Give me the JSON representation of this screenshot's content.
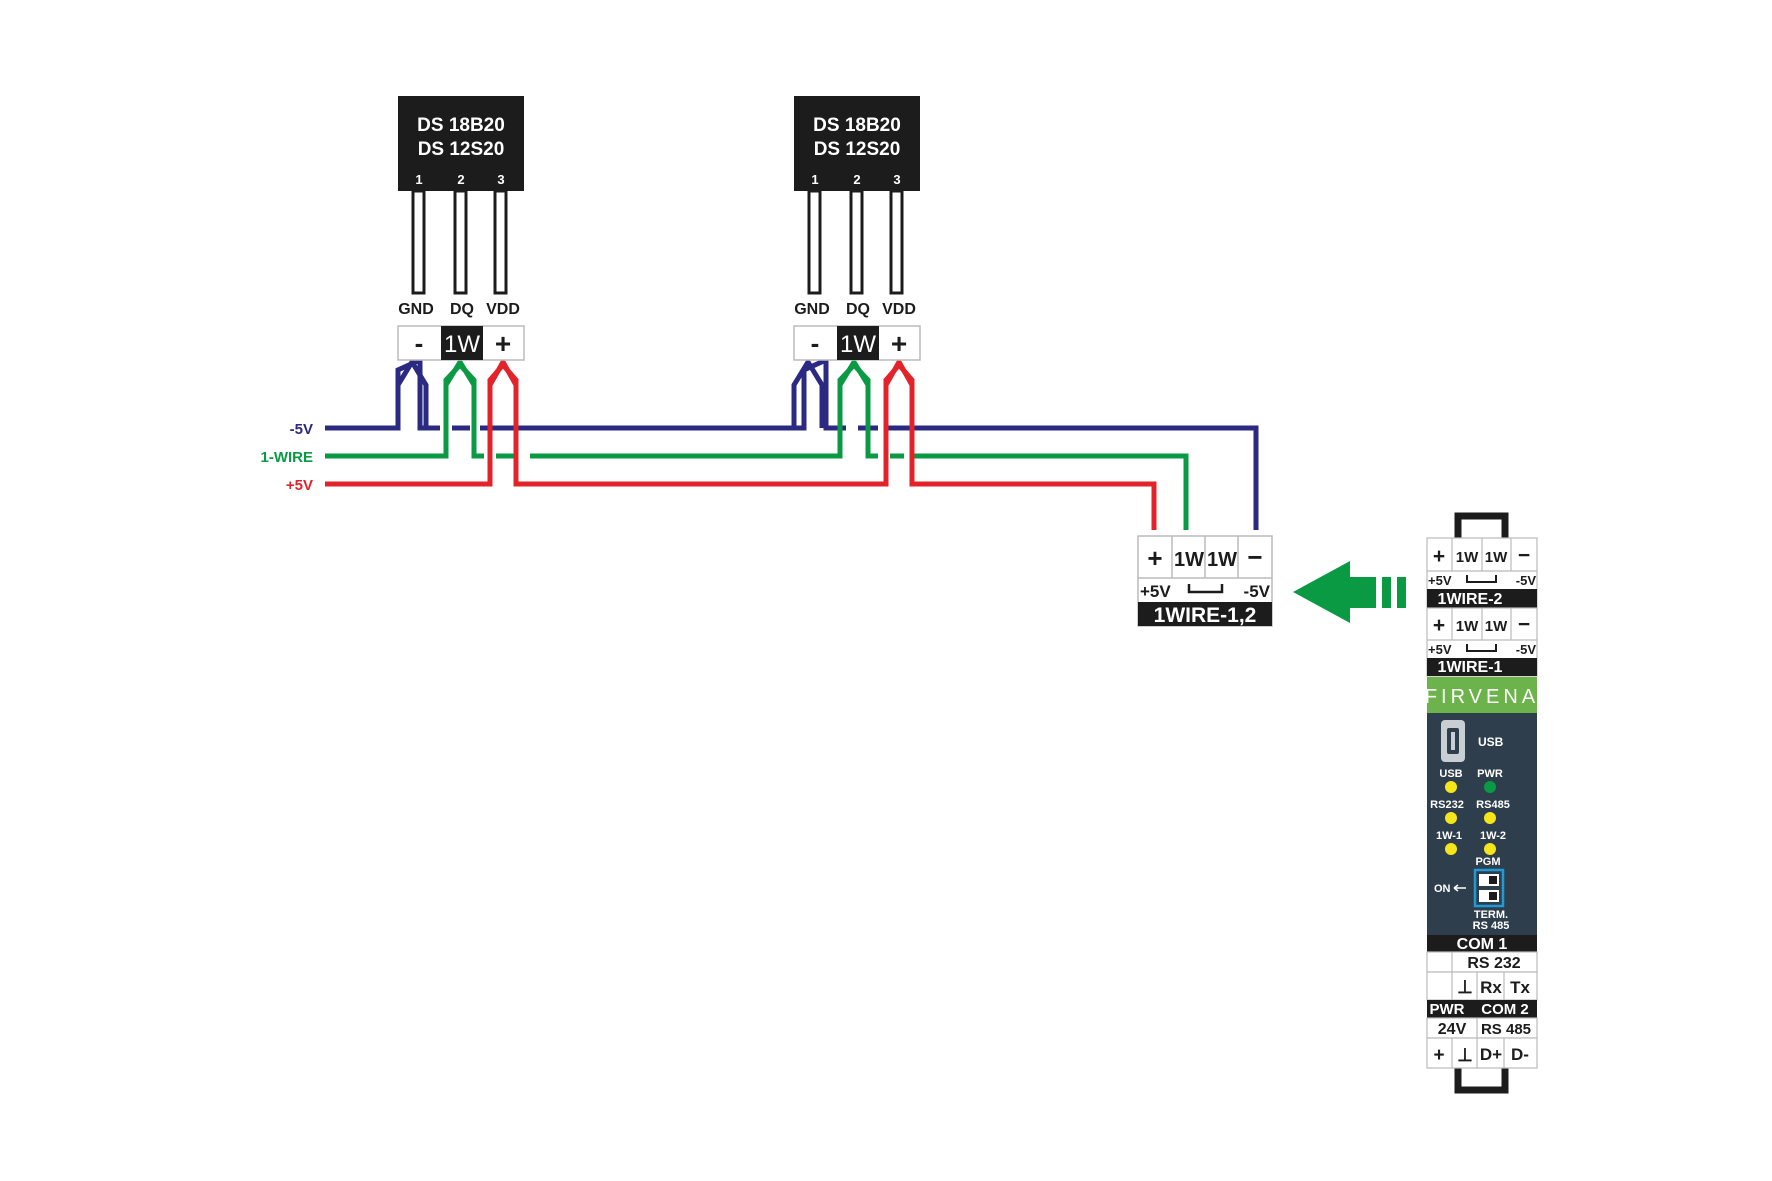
{
  "sensors": [
    {
      "model_line1": "DS 18B20",
      "model_line2": "DS 12S20",
      "pins": [
        "1",
        "2",
        "3"
      ],
      "pin_names": [
        "GND",
        "DQ",
        "VDD"
      ],
      "terminals": [
        "-",
        "1W",
        "+"
      ]
    },
    {
      "model_line1": "DS 18B20",
      "model_line2": "DS 12S20",
      "pins": [
        "1",
        "2",
        "3"
      ],
      "pin_names": [
        "GND",
        "DQ",
        "VDD"
      ],
      "terminals": [
        "-",
        "1W",
        "+"
      ]
    }
  ],
  "bus": {
    "lines": [
      {
        "label": "-5V",
        "color": "#2b2a83"
      },
      {
        "label": "1-WIRE",
        "color": "#0a9a44"
      },
      {
        "label": "+5V",
        "color": "#e3232a"
      }
    ]
  },
  "connector": {
    "terminals": [
      "+",
      "1W",
      "1W",
      "−"
    ],
    "left_label": "+5V",
    "right_label": "-5V",
    "name": "1WIRE-1,2"
  },
  "arrow_color": "#0a9a44",
  "device": {
    "port2": {
      "terminals": [
        "+",
        "1W",
        "1W",
        "−"
      ],
      "left_label": "+5V",
      "right_label": "-5V",
      "name": "1WIRE-2"
    },
    "port1": {
      "terminals": [
        "+",
        "1W",
        "1W",
        "−"
      ],
      "left_label": "+5V",
      "right_label": "-5V",
      "name": "1WIRE-1"
    },
    "brand": "FIRVENA",
    "brand_color": "#6bb34a",
    "panel_color": "#2f3e4c",
    "usb_label": "USB",
    "leds": [
      {
        "label": "USB",
        "color": "#f4e61b"
      },
      {
        "label": "PWR",
        "color": "#0a9a44"
      },
      {
        "label": "RS232",
        "color": "#f4e61b"
      },
      {
        "label": "RS485",
        "color": "#f4e61b"
      },
      {
        "label": "1W-1",
        "color": "#f4e61b"
      },
      {
        "label": "1W-2",
        "color": "#f4e61b"
      }
    ],
    "pgm_label": "PGM",
    "on_label": "ON",
    "term_label_1": "TERM.",
    "term_label_2": "RS 485",
    "com1_label": "COM 1",
    "rs232_label": "RS 232",
    "com1_terminals": [
      "",
      "⊥",
      "Rx",
      "Tx"
    ],
    "pwr_label": "PWR",
    "com2_label": "COM 2",
    "voltage_label": "24V",
    "rs485_label": "RS 485",
    "bottom_terminals": [
      "+",
      "⊥",
      "D+",
      "D-"
    ]
  }
}
